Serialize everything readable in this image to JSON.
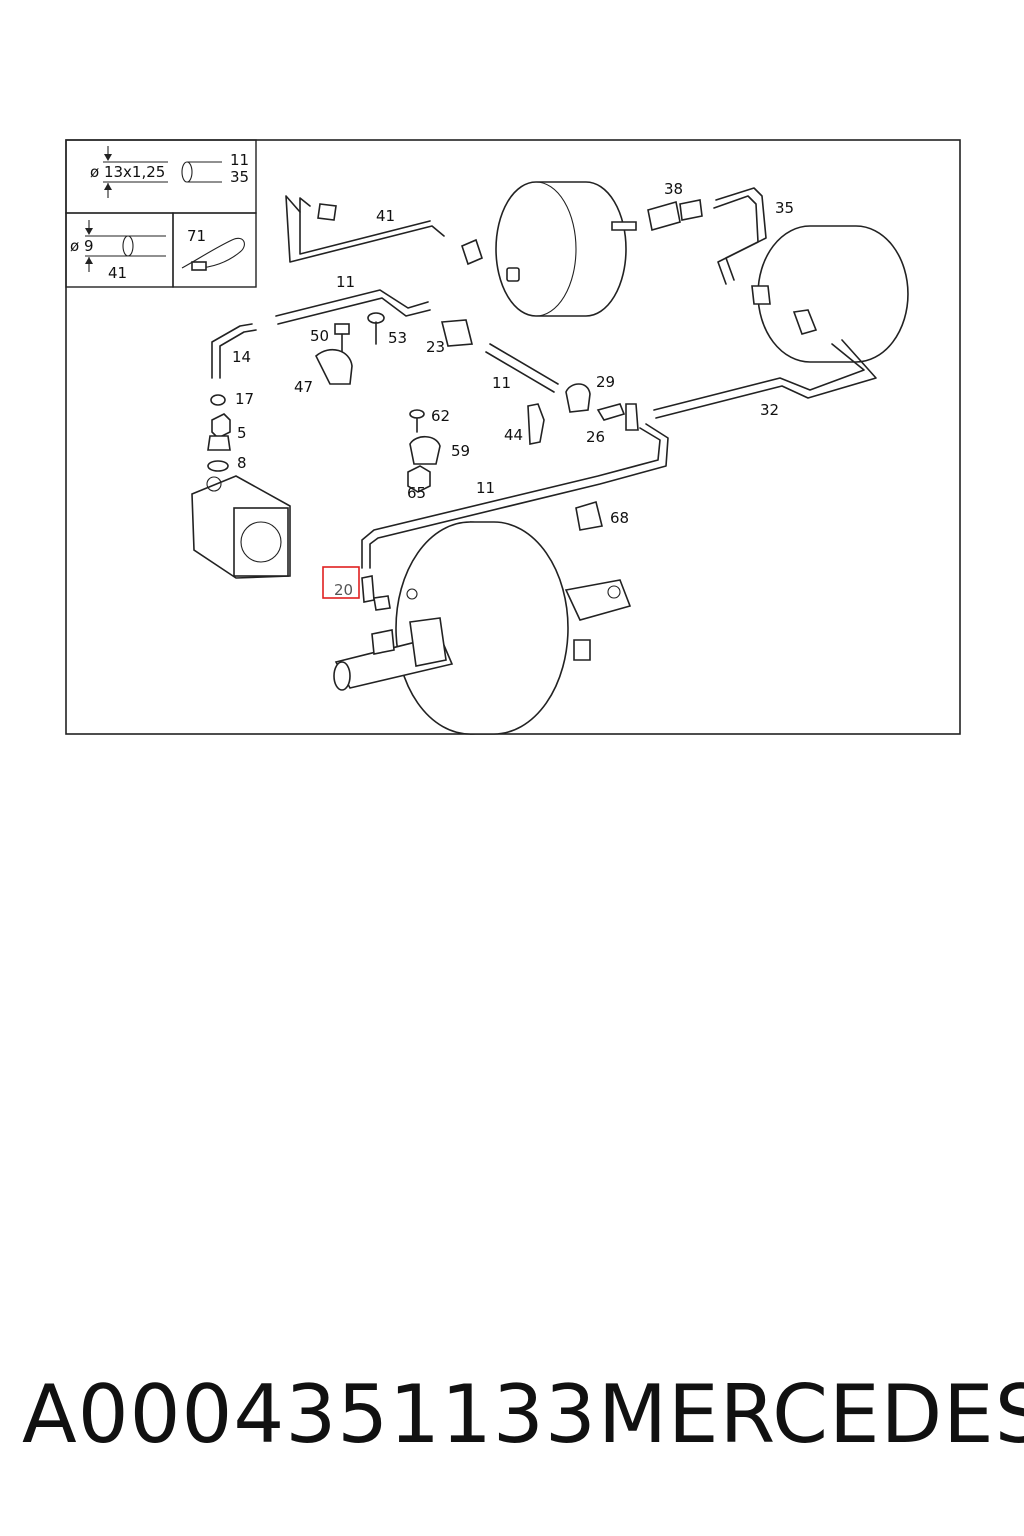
{
  "diagram": {
    "legend": {
      "dim1": "ø 13x1,25",
      "dim1_parts": [
        "11",
        "35"
      ],
      "dim2": "ø 9",
      "dim2_part": "41",
      "clamp_part": "71"
    },
    "callouts": [
      "41",
      "38",
      "35",
      "11",
      "50",
      "53",
      "23",
      "14",
      "47",
      "11",
      "29",
      "17",
      "62",
      "44",
      "26",
      "32",
      "5",
      "59",
      "8",
      "65",
      "11",
      "68",
      "20"
    ],
    "highlighted_callout": "20"
  },
  "footer": {
    "part_number": "A0004351133",
    "brand": "MERCEDES"
  }
}
